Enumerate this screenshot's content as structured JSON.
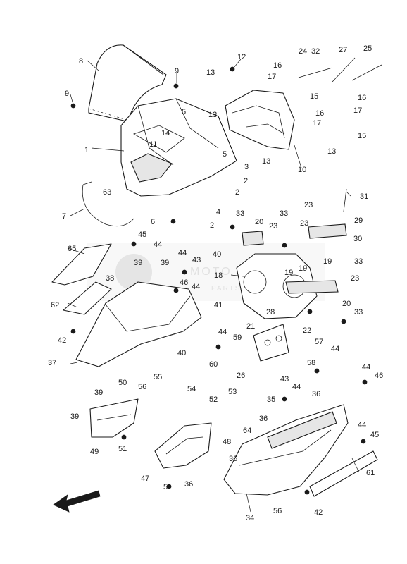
{
  "diagram": {
    "callouts": [
      {
        "id": "8",
        "label": "8"
      },
      {
        "id": "9a",
        "label": "9"
      },
      {
        "id": "9b",
        "label": "9"
      },
      {
        "id": "12",
        "label": "12"
      },
      {
        "id": "13a",
        "label": "13"
      },
      {
        "id": "13b",
        "label": "13"
      },
      {
        "id": "13c",
        "label": "13"
      },
      {
        "id": "13d",
        "label": "13"
      },
      {
        "id": "16a",
        "label": "16"
      },
      {
        "id": "16b",
        "label": "16"
      },
      {
        "id": "16c",
        "label": "16"
      },
      {
        "id": "17a",
        "label": "17"
      },
      {
        "id": "17b",
        "label": "17"
      },
      {
        "id": "17c",
        "label": "17"
      },
      {
        "id": "24",
        "label": "24"
      },
      {
        "id": "32",
        "label": "32"
      },
      {
        "id": "27",
        "label": "27"
      },
      {
        "id": "25",
        "label": "25"
      },
      {
        "id": "15a",
        "label": "15"
      },
      {
        "id": "15b",
        "label": "15"
      },
      {
        "id": "5a",
        "label": "5"
      },
      {
        "id": "5b",
        "label": "5"
      },
      {
        "id": "14",
        "label": "14"
      },
      {
        "id": "11",
        "label": "11"
      },
      {
        "id": "1",
        "label": "1"
      },
      {
        "id": "10",
        "label": "10"
      },
      {
        "id": "3",
        "label": "3"
      },
      {
        "id": "2a",
        "label": "2"
      },
      {
        "id": "2b",
        "label": "2"
      },
      {
        "id": "2c",
        "label": "2"
      },
      {
        "id": "63",
        "label": "63"
      },
      {
        "id": "4",
        "label": "4"
      },
      {
        "id": "31",
        "label": "31"
      },
      {
        "id": "7",
        "label": "7"
      },
      {
        "id": "6",
        "label": "6"
      },
      {
        "id": "33a",
        "label": "33"
      },
      {
        "id": "33b",
        "label": "33"
      },
      {
        "id": "33c",
        "label": "33"
      },
      {
        "id": "33d",
        "label": "33"
      },
      {
        "id": "20a",
        "label": "20"
      },
      {
        "id": "20b",
        "label": "20"
      },
      {
        "id": "23a",
        "label": "23"
      },
      {
        "id": "23b",
        "label": "23"
      },
      {
        "id": "23c",
        "label": "23"
      },
      {
        "id": "23d",
        "label": "23"
      },
      {
        "id": "29",
        "label": "29"
      },
      {
        "id": "30",
        "label": "30"
      },
      {
        "id": "45a",
        "label": "45"
      },
      {
        "id": "45b",
        "label": "45"
      },
      {
        "id": "44a",
        "label": "44"
      },
      {
        "id": "44b",
        "label": "44"
      },
      {
        "id": "44c",
        "label": "44"
      },
      {
        "id": "44d",
        "label": "44"
      },
      {
        "id": "44e",
        "label": "44"
      },
      {
        "id": "44f",
        "label": "44"
      },
      {
        "id": "44g",
        "label": "44"
      },
      {
        "id": "44h",
        "label": "44"
      },
      {
        "id": "65",
        "label": "65"
      },
      {
        "id": "43a",
        "label": "43"
      },
      {
        "id": "43b",
        "label": "43"
      },
      {
        "id": "40a",
        "label": "40"
      },
      {
        "id": "40b",
        "label": "40"
      },
      {
        "id": "39a",
        "label": "39"
      },
      {
        "id": "39b",
        "label": "39"
      },
      {
        "id": "39c",
        "label": "39"
      },
      {
        "id": "39d",
        "label": "39"
      },
      {
        "id": "38",
        "label": "38"
      },
      {
        "id": "18",
        "label": "18"
      },
      {
        "id": "19a",
        "label": "19"
      },
      {
        "id": "19b",
        "label": "19"
      },
      {
        "id": "19c",
        "label": "19"
      },
      {
        "id": "46a",
        "label": "46"
      },
      {
        "id": "46b",
        "label": "46"
      },
      {
        "id": "62",
        "label": "62"
      },
      {
        "id": "41",
        "label": "41"
      },
      {
        "id": "28",
        "label": "28"
      },
      {
        "id": "22",
        "label": "22"
      },
      {
        "id": "42a",
        "label": "42"
      },
      {
        "id": "42b",
        "label": "42"
      },
      {
        "id": "21",
        "label": "21"
      },
      {
        "id": "59",
        "label": "59"
      },
      {
        "id": "60",
        "label": "60"
      },
      {
        "id": "57",
        "label": "57"
      },
      {
        "id": "37",
        "label": "37"
      },
      {
        "id": "55",
        "label": "55"
      },
      {
        "id": "26",
        "label": "26"
      },
      {
        "id": "58",
        "label": "58"
      },
      {
        "id": "50",
        "label": "50"
      },
      {
        "id": "56a",
        "label": "56"
      },
      {
        "id": "56b",
        "label": "56"
      },
      {
        "id": "54",
        "label": "54"
      },
      {
        "id": "36a",
        "label": "36"
      },
      {
        "id": "36b",
        "label": "36"
      },
      {
        "id": "36c",
        "label": "36"
      },
      {
        "id": "36d",
        "label": "36"
      },
      {
        "id": "53",
        "label": "53"
      },
      {
        "id": "52",
        "label": "52"
      },
      {
        "id": "35",
        "label": "35"
      },
      {
        "id": "64",
        "label": "64"
      },
      {
        "id": "48",
        "label": "48"
      },
      {
        "id": "49",
        "label": "49"
      },
      {
        "id": "51a",
        "label": "51"
      },
      {
        "id": "51b",
        "label": "51"
      },
      {
        "id": "47",
        "label": "47"
      },
      {
        "id": "61",
        "label": "61"
      },
      {
        "id": "34",
        "label": "34"
      }
    ],
    "watermark": {
      "brand": "MOTO",
      "sub": "PARTS"
    }
  }
}
